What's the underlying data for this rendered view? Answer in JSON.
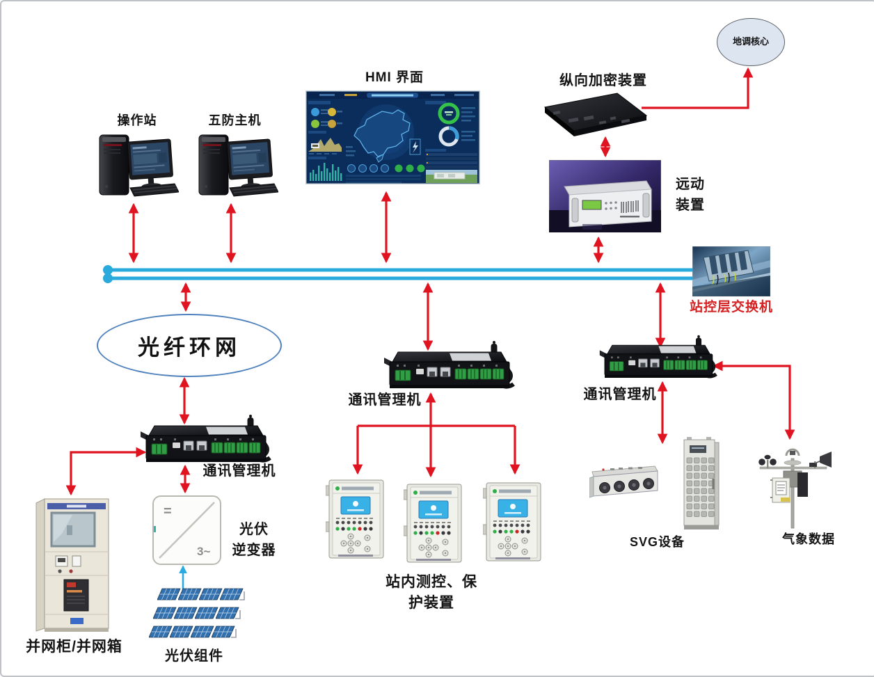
{
  "colors": {
    "bus": "#29a9dc",
    "arrow": "#e01420",
    "cyan_arrow": "#29abe2",
    "switch_label": "#d42020",
    "fiber_ring_border": "#4f81bd"
  },
  "nodes": {
    "cloud": {
      "label": "地调核心"
    },
    "encryption": {
      "label": "纵向加密装置"
    },
    "remote": {
      "line1": "远动",
      "line2": "装置"
    },
    "hmi": {
      "label": "HMI 界面"
    },
    "op_station": {
      "label": "操作站"
    },
    "five_prevention": {
      "label": "五防主机"
    },
    "switch": {
      "label": "站控层交换机"
    },
    "fiber_ring": {
      "label": "光纤环网"
    },
    "comm_left": {
      "label": "通讯管理机"
    },
    "comm_mid": {
      "label": "通讯管理机"
    },
    "comm_right": {
      "label": "通讯管理机"
    },
    "grid_cabinet": {
      "label": "并网柜/并网箱"
    },
    "pv_inverter": {
      "line1": "光伏",
      "line2": "逆变器",
      "mark_dc": "=",
      "mark_ac": "3~"
    },
    "pv_modules": {
      "label": "光伏组件"
    },
    "protection": {
      "line1": "站内测控、保",
      "line2": "护装置"
    },
    "svg_equipment": {
      "label": "SVG设备"
    },
    "weather": {
      "label": "气象数据"
    }
  }
}
